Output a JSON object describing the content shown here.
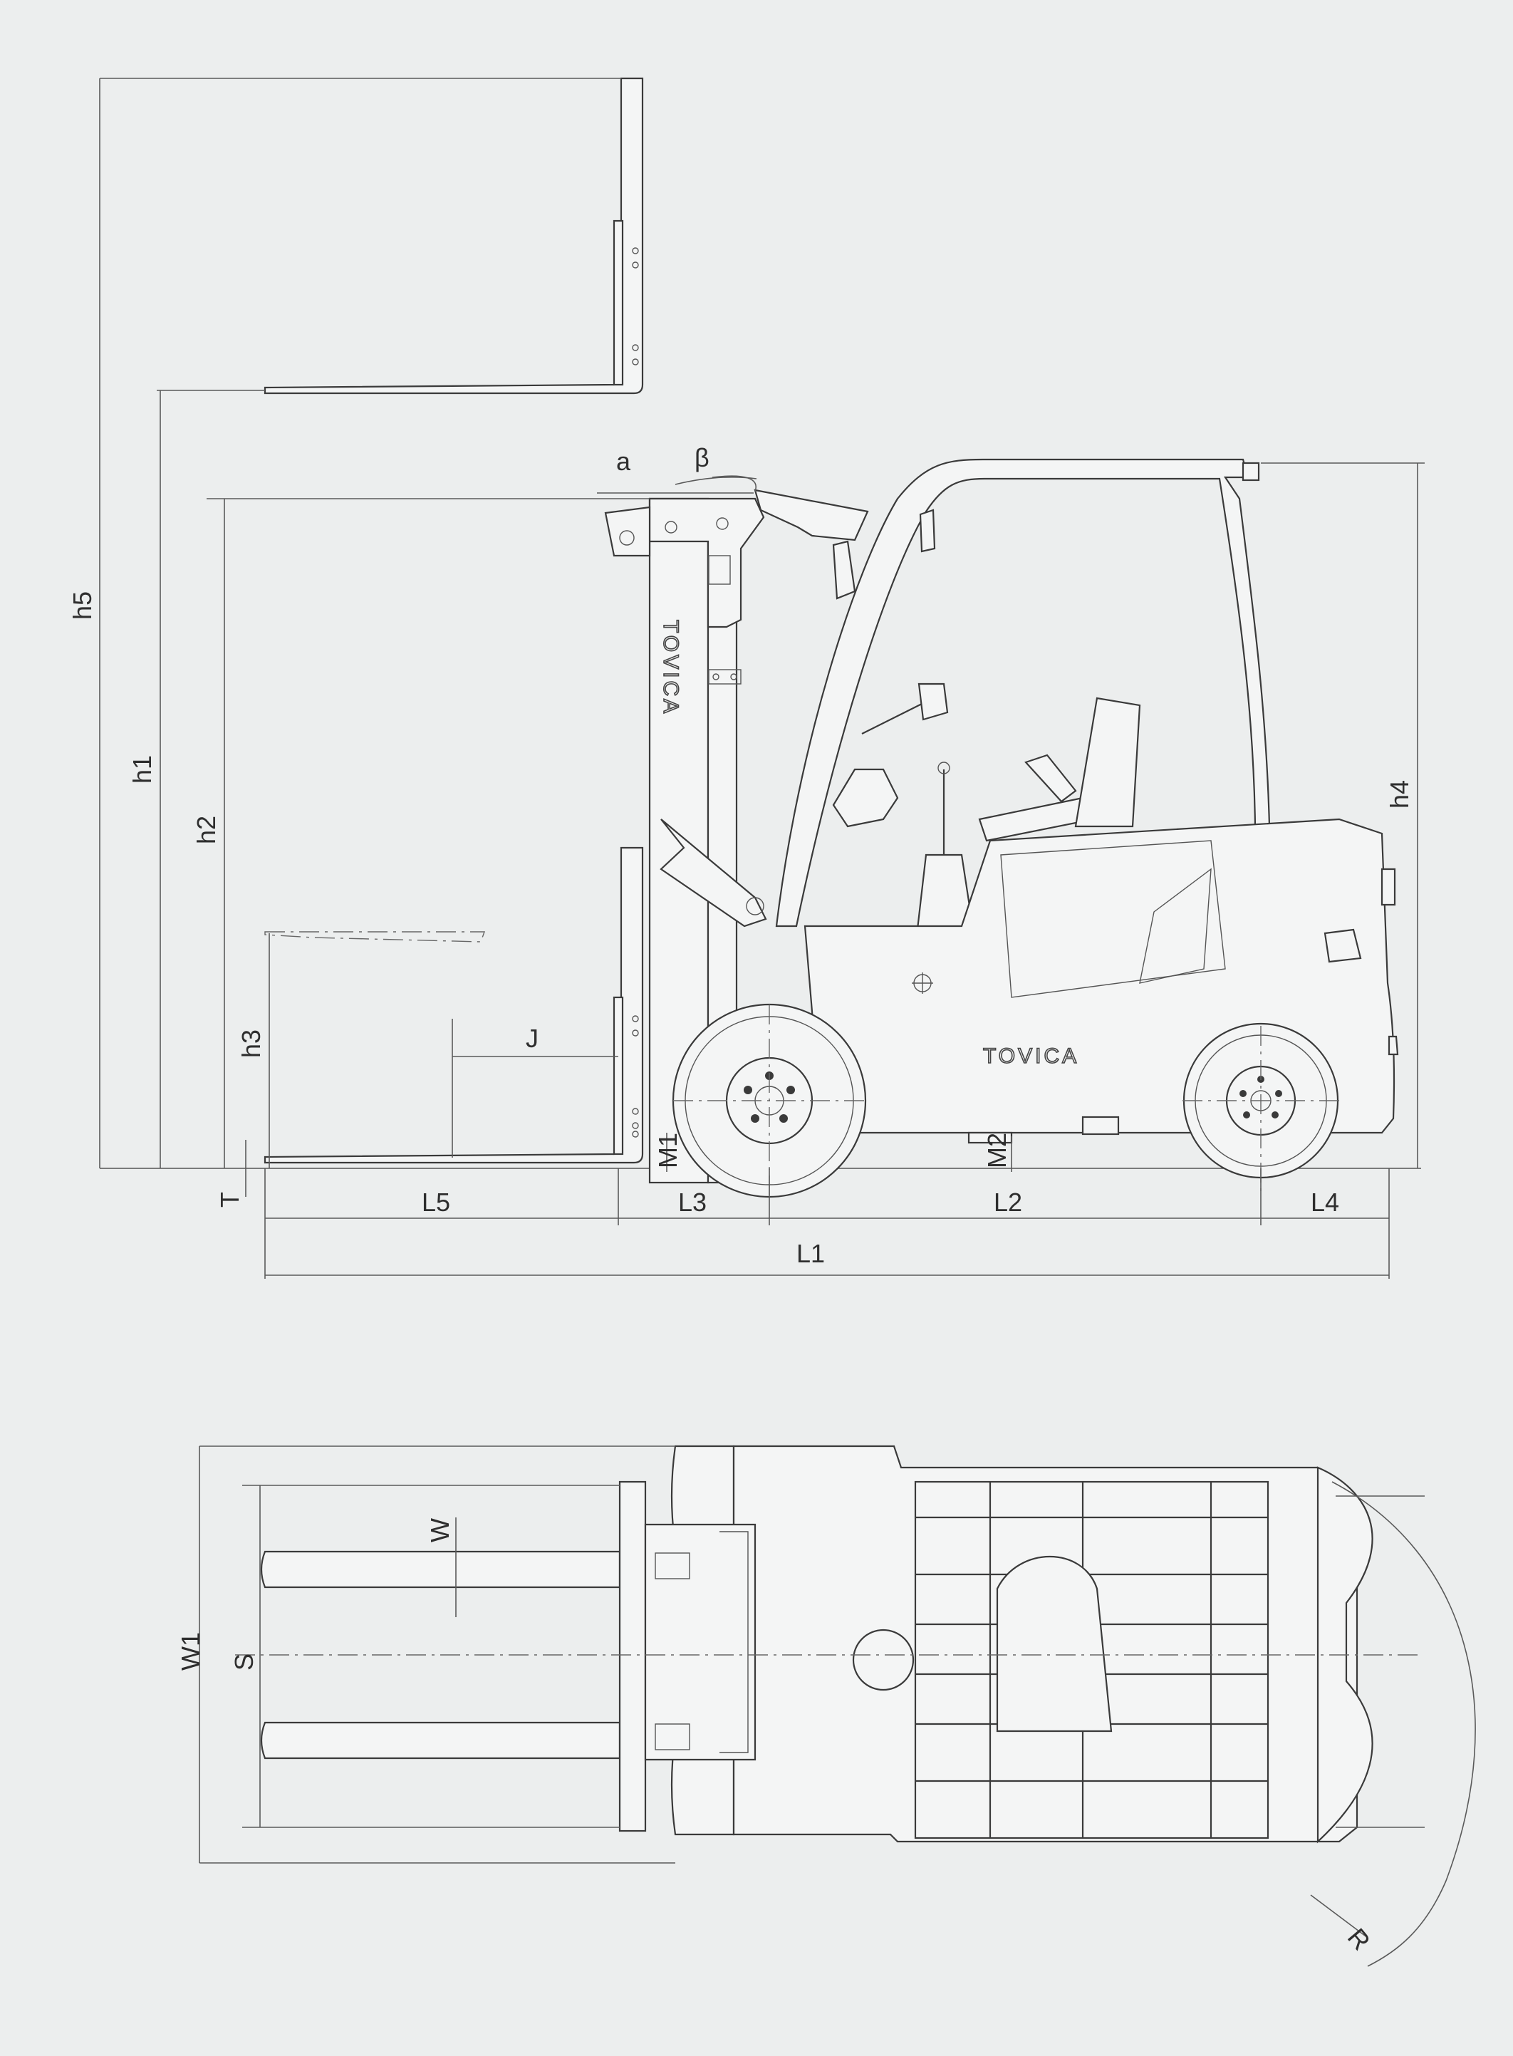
{
  "brand": "TOVICA",
  "labels": {
    "a": "a",
    "beta": "β",
    "h5": "h5",
    "h1": "h1",
    "h2": "h2",
    "h3": "h3",
    "h4": "h4",
    "J": "J",
    "T": "T",
    "M1": "M1",
    "M2": "M2",
    "L5": "L5",
    "L3": "L3",
    "L2": "L2",
    "L4": "L4",
    "L1": "L1",
    "W": "W",
    "W1": "W1",
    "S": "S",
    "R": "R"
  }
}
